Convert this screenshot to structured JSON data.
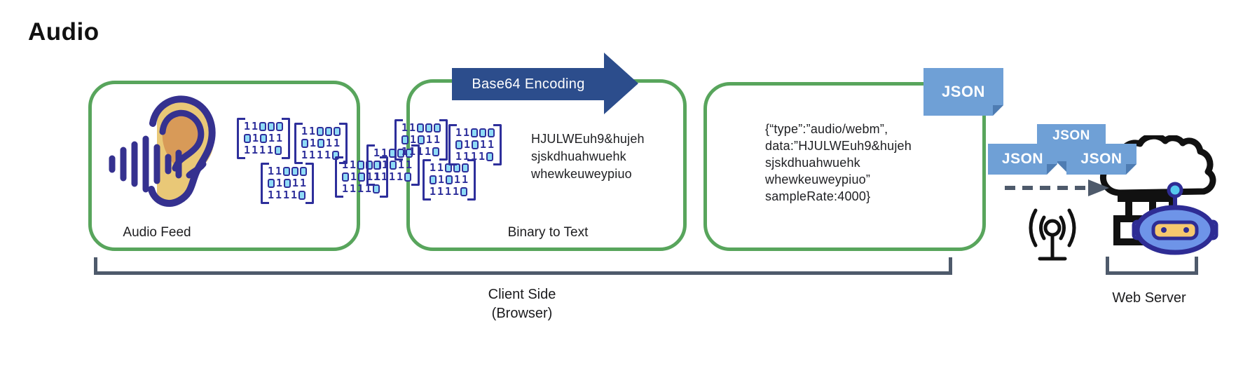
{
  "title": "Audio",
  "stages": {
    "audio_feed": {
      "label": "Audio Feed"
    },
    "binary_to_text": {
      "label": "Binary to Text",
      "content_lines": [
        "HJULWEuh9&hujeh",
        "sjskdhuahwuehk",
        "whewkeuweypiuo"
      ]
    },
    "json_payload": {
      "tab_label": "JSON",
      "content_lines": [
        "{“type”:”audio/webm”,",
        "data:”HJULWEuh9&hujeh",
        "sjskdhuahwuehk",
        "whewkeuweypiuo”",
        "sampleRate:4000}"
      ]
    }
  },
  "arrow_banner": {
    "label": "Base64 Encoding"
  },
  "binary_matrix": {
    "rows": [
      "11000",
      "01011",
      "11110"
    ]
  },
  "packets": {
    "labels": [
      "JSON",
      "JSON",
      "JSON"
    ]
  },
  "bottom": {
    "client_label_line1": "Client Side",
    "client_label_line2": "(Browser)",
    "server_label": "Web Server"
  },
  "icons": {
    "ear": "ear-listening-icon",
    "sound_waves": "sound-waves-icon",
    "antenna": "broadcast-antenna-icon",
    "cloud": "cloud-icon",
    "robot": "robot-icon",
    "arrow": "base64-arrow-banner"
  },
  "colors": {
    "stage_border_green": "#58A55C",
    "banner_navy": "#2C4D8C",
    "packet_blue": "#6FA0D6",
    "packet_fold_blue": "#4E7CB2",
    "bracket_slate": "#4E5A6B",
    "binary_navy": "#2E2F9B",
    "binary_cyan": "#8FDCF6",
    "ear_outline": "#35318F",
    "ear_fill": "#E9C877",
    "ear_inner": "#D89A58",
    "robot_blue": "#6E94E8",
    "visor_tan": "#F5C86E",
    "antenna_ball_cyan": "#56C8EE",
    "text_dark": "#202124"
  }
}
